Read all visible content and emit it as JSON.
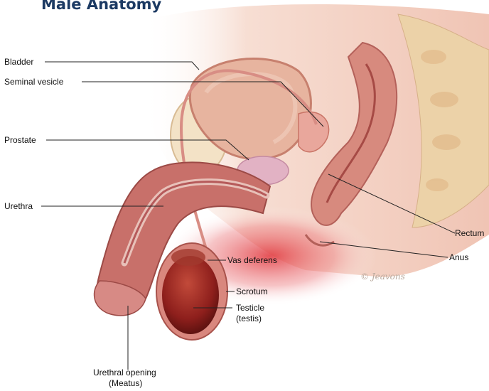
{
  "title": "Male Anatomy",
  "labels": {
    "bladder": "Bladder",
    "seminal_vesicle": "Seminal vesicle",
    "prostate": "Prostate",
    "urethra": "Urethra",
    "rectum": "Rectum",
    "anus": "Anus",
    "vas_deferens": "Vas deferens",
    "scrotum": "Scrotum",
    "testicle_line1": "Testicle",
    "testicle_line2": "(testis)",
    "urethral_opening_line1": "Urethral opening",
    "urethral_opening_line2": "(Meatus)"
  },
  "signature": "© Jeavons",
  "colors": {
    "title": "#1c3a63",
    "skin": "#f4d2c6",
    "tissue": "#e9b3a1",
    "penis": "#c8706a",
    "penis_inner": "#b65a5a",
    "testicle": "#8e1f1c",
    "bone": "#ecd2a8",
    "redglow": "#e0343a"
  }
}
